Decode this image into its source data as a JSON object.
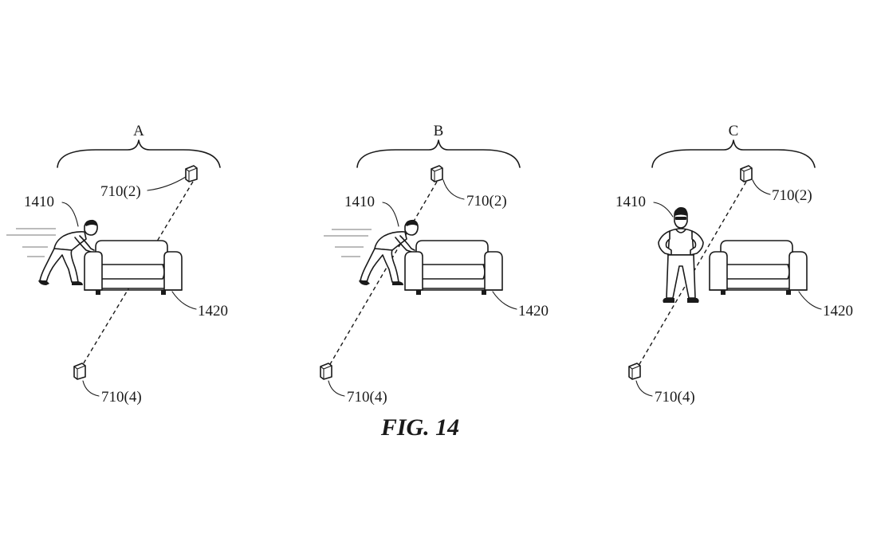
{
  "figure_caption": "FIG. 14",
  "panels": [
    {
      "label": "A",
      "person_label": "1410",
      "sofa_label": "1420",
      "sensor_top_label": "710(2)",
      "sensor_bottom_label": "710(4)"
    },
    {
      "label": "B",
      "person_label": "1410",
      "sofa_label": "1420",
      "sensor_top_label": "710(2)",
      "sensor_bottom_label": "710(4)"
    },
    {
      "label": "C",
      "person_label": "1410",
      "sofa_label": "1420",
      "sensor_top_label": "710(2)",
      "sensor_bottom_label": "710(4)"
    }
  ]
}
